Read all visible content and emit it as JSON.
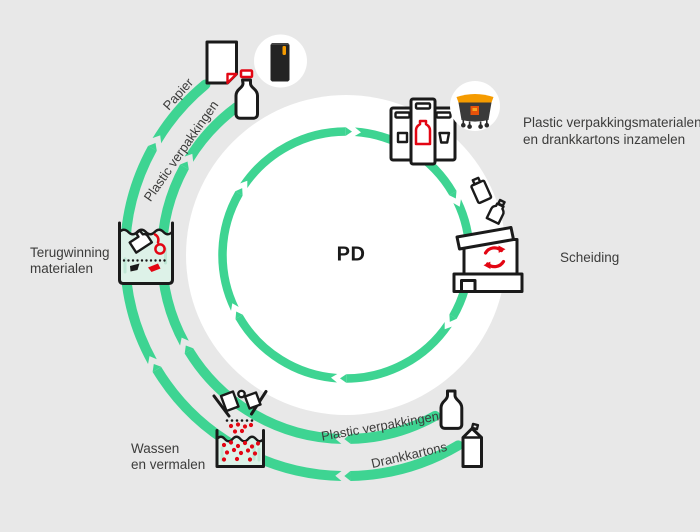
{
  "colors": {
    "background": "#e8e8e8",
    "accent_green": "#3ED492",
    "accent_red": "#E30613",
    "accent_orange": "#F59B00",
    "ink": "#1A1A1A",
    "text": "#3C3C3B"
  },
  "center_label": "PD",
  "flow_labels": {
    "papier": "Papier",
    "plastic_top": "Plastic verpakkingen",
    "plastic_bottom": "Plastic verpakkingen",
    "drankkartons": "Drankkartons"
  },
  "stages": {
    "inzamelen": {
      "line1": "Plastic verpakkingsmaterialen",
      "line2": "en drankkartons inzamelen"
    },
    "scheiding": {
      "label": "Scheiding"
    },
    "terugwinning": {
      "line1": "Terugwinning",
      "line2": "materialen"
    },
    "wassen": {
      "line1": "Wassen",
      "line2": "en vermalen"
    }
  },
  "icons": {
    "paper_sheet": "paper-sheet-icon",
    "new_bottle": "plastic-bottle-icon",
    "drop_off_badge": "black-drop-off-container-photo-badge",
    "collection_containers": "collection-containers-icon",
    "wheelie_badge": "orange-lid-wheelie-container-photo-badge",
    "falling_packaging": "falling-packaging-icon",
    "sorting_facility": "sorting-facility-recycle-icon",
    "sorted_bottle": "plastic-bottle-icon",
    "drink_carton": "drink-carton-icon",
    "shredder": "shredder-funnel-icon",
    "wash_tank": "wash-and-grind-tank-icon",
    "recovery_tank": "materials-recovery-tank-icon"
  }
}
